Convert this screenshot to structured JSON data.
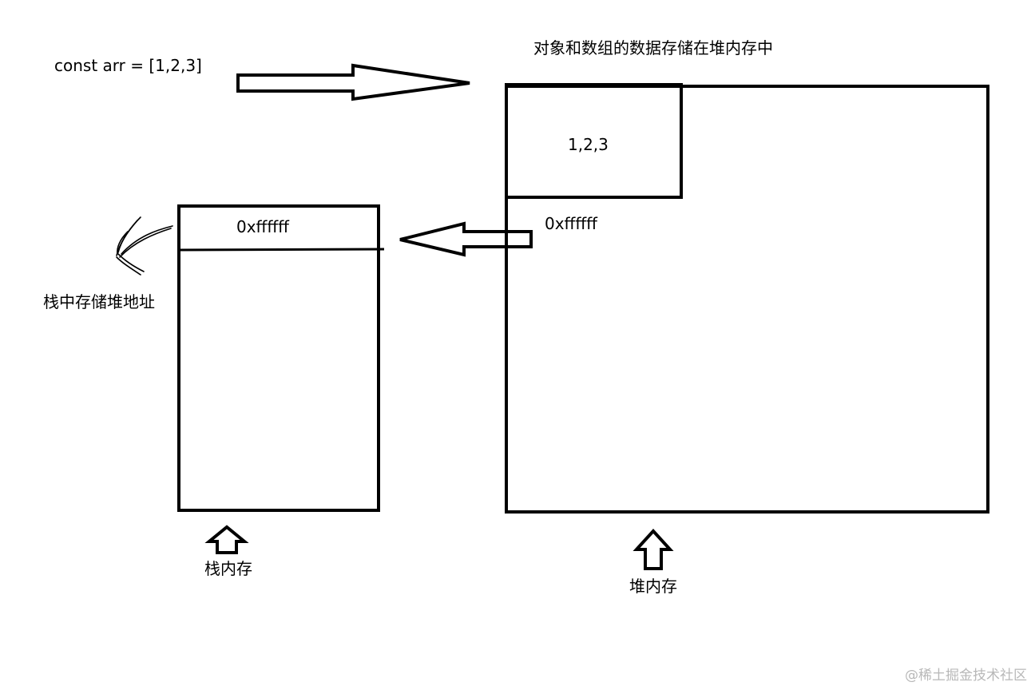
{
  "code": {
    "declaration": "const arr = [1,2,3]"
  },
  "heap": {
    "title": "对象和数组的数据存储在堆内存中",
    "stored_values": "1,2,3",
    "address": "0xffffff",
    "label": "堆内存"
  },
  "stack": {
    "address": "0xffffff",
    "annotation": "栈中存储堆地址",
    "label": "栈内存"
  },
  "watermark": "@稀土掘金技术社区",
  "colors": {
    "stroke": "#000000",
    "background": "#ffffff",
    "watermark": "#b8b8b8"
  }
}
